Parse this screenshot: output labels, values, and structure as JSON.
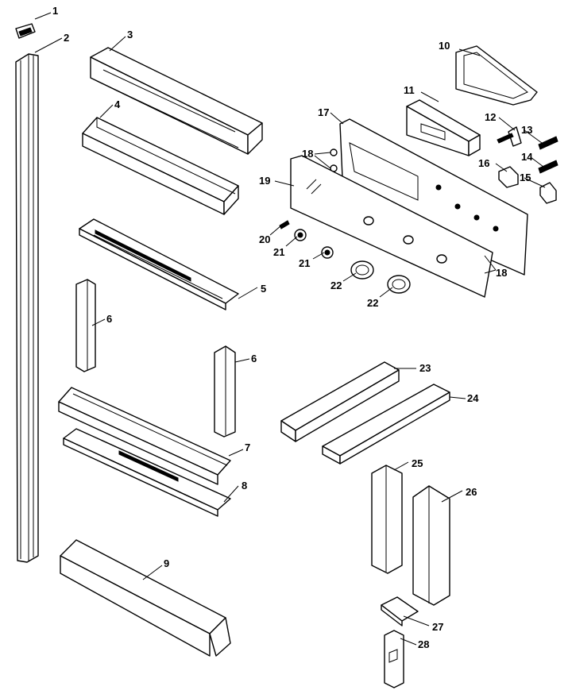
{
  "callouts": [
    {
      "id": "c1",
      "label": "1"
    },
    {
      "id": "c2",
      "label": "2"
    },
    {
      "id": "c3",
      "label": "3"
    },
    {
      "id": "c4",
      "label": "4"
    },
    {
      "id": "c5",
      "label": "5"
    },
    {
      "id": "c6a",
      "label": "6"
    },
    {
      "id": "c6b",
      "label": "6"
    },
    {
      "id": "c7",
      "label": "7"
    },
    {
      "id": "c8",
      "label": "8"
    },
    {
      "id": "c9",
      "label": "9"
    },
    {
      "id": "c10",
      "label": "10"
    },
    {
      "id": "c11",
      "label": "11"
    },
    {
      "id": "c12",
      "label": "12"
    },
    {
      "id": "c13",
      "label": "13"
    },
    {
      "id": "c14",
      "label": "14"
    },
    {
      "id": "c15",
      "label": "15"
    },
    {
      "id": "c16",
      "label": "16"
    },
    {
      "id": "c17",
      "label": "17"
    },
    {
      "id": "c18a",
      "label": "18"
    },
    {
      "id": "c18b",
      "label": "18"
    },
    {
      "id": "c19",
      "label": "19"
    },
    {
      "id": "c20",
      "label": "20"
    },
    {
      "id": "c21a",
      "label": "21"
    },
    {
      "id": "c21b",
      "label": "21"
    },
    {
      "id": "c22a",
      "label": "22"
    },
    {
      "id": "c22b",
      "label": "22"
    },
    {
      "id": "c23",
      "label": "23"
    },
    {
      "id": "c24",
      "label": "24"
    },
    {
      "id": "c25",
      "label": "25"
    },
    {
      "id": "c26",
      "label": "26"
    },
    {
      "id": "c27",
      "label": "27"
    },
    {
      "id": "c28",
      "label": "28"
    }
  ]
}
